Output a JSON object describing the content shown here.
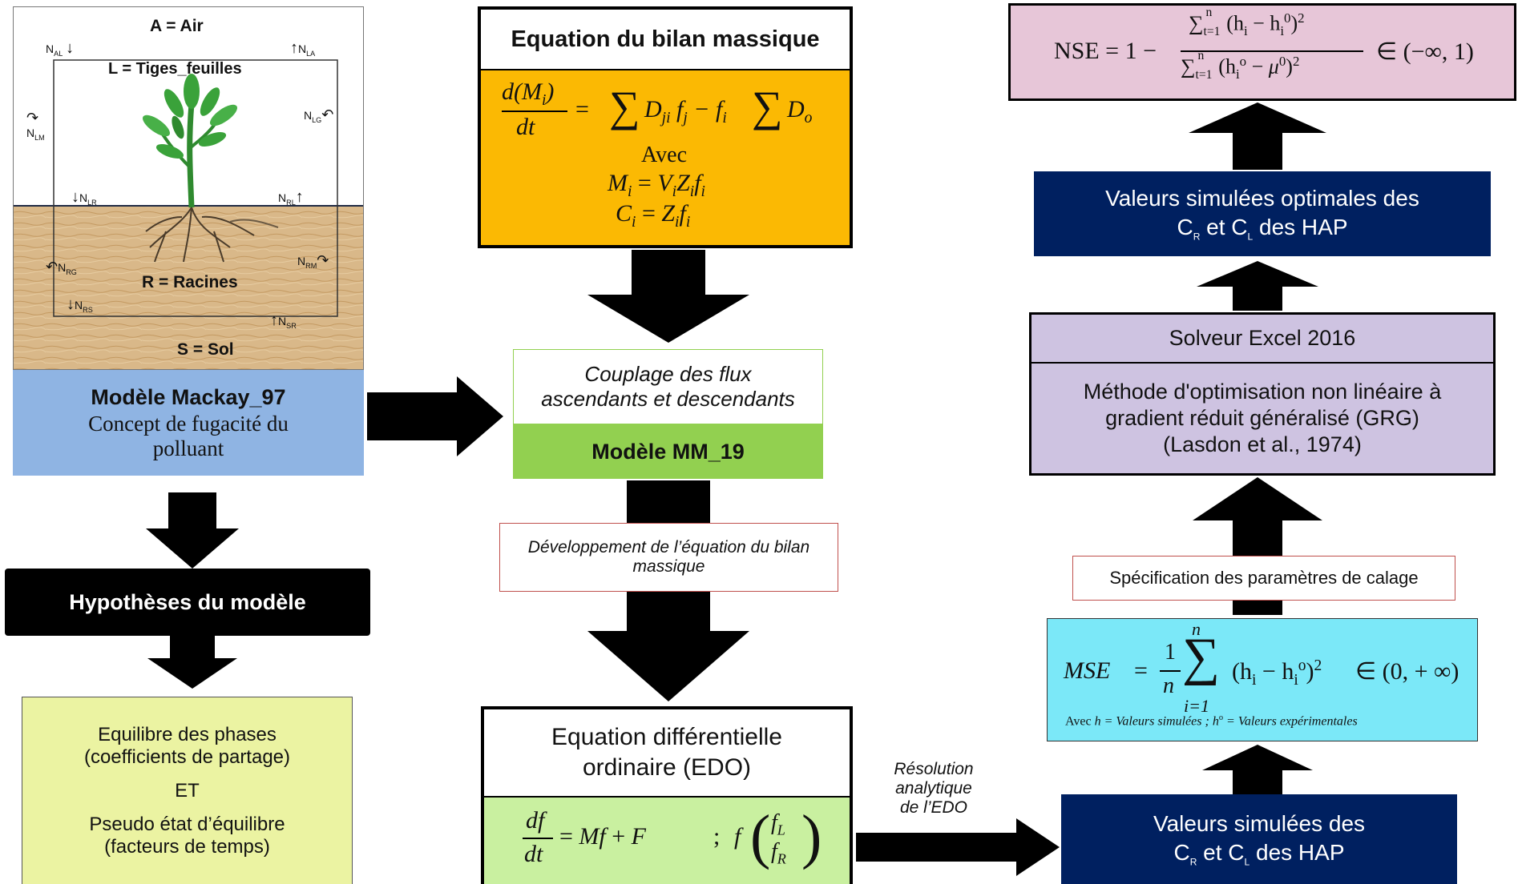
{
  "colors": {
    "soil": "#d9b889",
    "mackay_blue": "#8fb4e3",
    "mass_orange": "#fbb903",
    "green_dark": "#92d050",
    "green_light": "#d6f5a6",
    "edo_green": "#c9f0a0",
    "yellow_box": "#ebf3a2",
    "navy": "#002060",
    "pink": "#e7c6d8",
    "lavender": "#cec3e1",
    "cyan": "#7be8f8",
    "red_border": "#c0504d",
    "black": "#000000"
  },
  "plant_diagram": {
    "compartment_air": "A = Air",
    "compartment_leaves": "L = Tiges_feuilles",
    "compartment_roots": "R = Racines",
    "compartment_soil": "S = Sol",
    "fluxes": [
      {
        "n": "N",
        "sub": "AL"
      },
      {
        "n": "N",
        "sub": "LA"
      },
      {
        "n": "N",
        "sub": "LM"
      },
      {
        "n": "N",
        "sub": "LG"
      },
      {
        "n": "N",
        "sub": "LR"
      },
      {
        "n": "N",
        "sub": "RL"
      },
      {
        "n": "N",
        "sub": "RG"
      },
      {
        "n": "N",
        "sub": "RM"
      },
      {
        "n": "N",
        "sub": "RS"
      },
      {
        "n": "N",
        "sub": "SR"
      }
    ]
  },
  "mackay": {
    "title": "Modèle Mackay_97",
    "line1": "Concept de fugacité du",
    "line2": "polluant"
  },
  "hypotheses": {
    "title": "Hypothèses du modèle"
  },
  "equilibrium": {
    "line1": "Equilibre des phases",
    "line2": "(coefficients de partage)",
    "et": "ET",
    "line3": "Pseudo état d’équilibre",
    "line4": "(facteurs de temps)"
  },
  "mass_balance": {
    "title": "Equation du bilan massique",
    "avec": "Avec"
  },
  "coupling": {
    "line1": "Couplage des flux",
    "line2": "ascendants et descendants",
    "model": "Modèle MM_19"
  },
  "development": {
    "line1": "Développement de l’équation du bilan",
    "line2": "massique"
  },
  "edo": {
    "line1": "Equation différentielle",
    "line2": "ordinaire (EDO)"
  },
  "resolution": {
    "line1": "Résolution",
    "line2": "analytique",
    "line3": "de l’EDO"
  },
  "simulated_bottom": {
    "line1": "Valeurs simulées des",
    "c": "C",
    "r": "R",
    "et": "et C",
    "l": "L",
    "hap": "des HAP"
  },
  "mse": {
    "lhs": "MSE",
    "one": "1",
    "n": "n",
    "sum_top": "n",
    "sum_bottom": "i=1",
    "interval": "∈ (0,  + ∞)",
    "note_avec": "Avec",
    "note_h": "h",
    "note_eq1": " = Valeurs simulées ; ",
    "note_h0": "h",
    "note_eq2": " = Valeurs expérimentales"
  },
  "calibration": {
    "label": "Spécification des paramètres de calage"
  },
  "solver": {
    "title": "Solveur Excel 2016",
    "line1": "Méthode d'optimisation non linéaire à",
    "line2": "gradient réduit généralisé (GRG)",
    "line3": "(Lasdon et al., 1974)"
  },
  "simulated_top": {
    "line1": "Valeurs simulées optimales des",
    "c": "C",
    "r": "R",
    "et": "et C",
    "l": "L",
    "hap": "des HAP"
  },
  "nse": {
    "lhs": "NSE = 1 −",
    "interval": "∈ (−∞, 1)"
  }
}
